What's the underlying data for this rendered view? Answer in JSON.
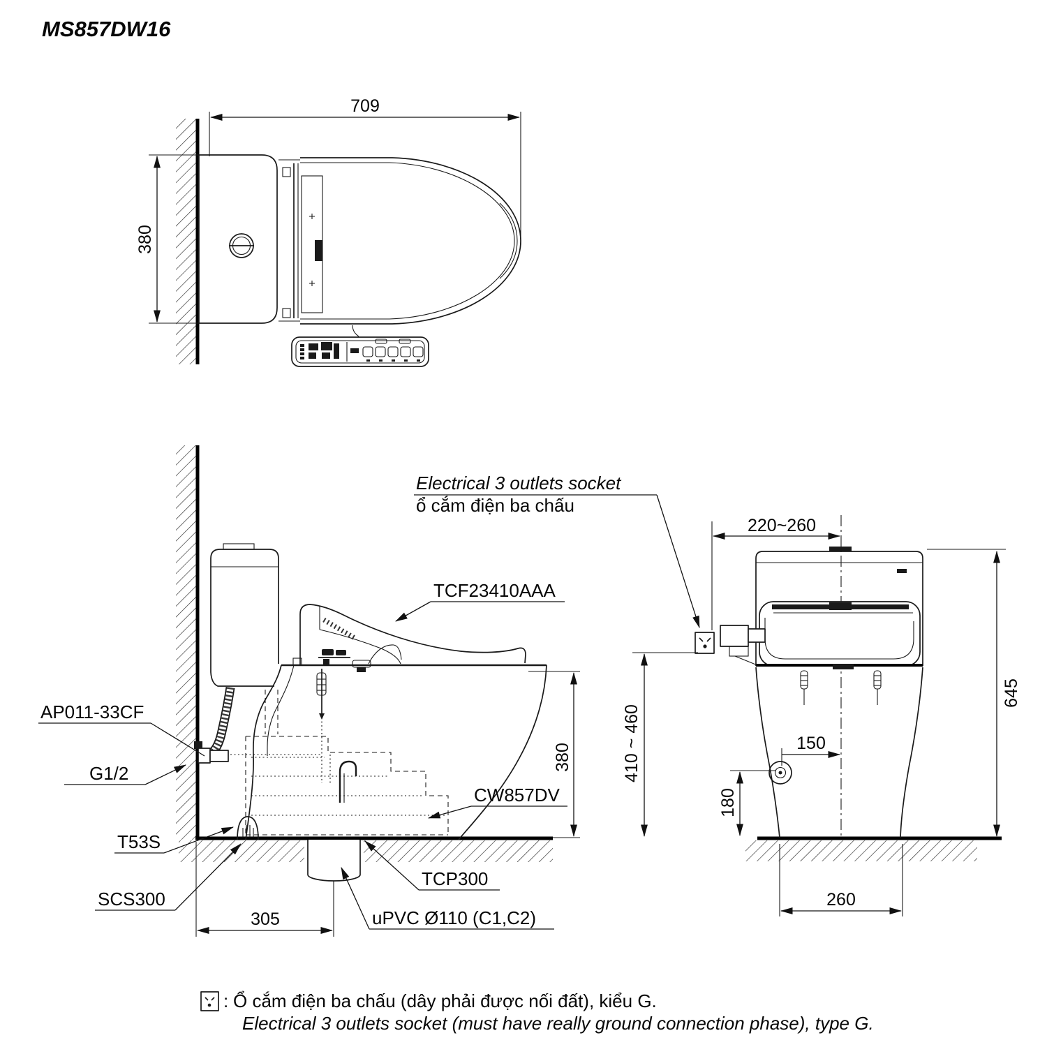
{
  "title": "MS857DW16",
  "colors": {
    "line": "#1a1a1a",
    "background": "#ffffff"
  },
  "icons": {
    "socket": "three-prong-socket-icon",
    "wall": "hatched-wall",
    "floor": "hatched-floor"
  },
  "views": {
    "top": {
      "dim_width": "709",
      "dim_depth": "380"
    },
    "side": {
      "dim_seat_height": "380",
      "dim_trap_distance": "305",
      "labels": {
        "socket_en": "Electrical 3 outlets socket",
        "socket_vi": "ổ cắm điện ba chấu",
        "washlet": "TCF23410AAA",
        "stop_valve": "AP011-33CF",
        "thread": "G1/2",
        "fitting": "T53S",
        "flange": "SCS300",
        "bowl": "CW857DV",
        "adapter": "TCP300",
        "drain_pipe": "uPVC Ø110 (C1,C2)"
      }
    },
    "front": {
      "dim_socket_offset": "220~260",
      "dim_total_height": "645",
      "dim_socket_height": "410 ~ 460",
      "dim_inlet_offset": "150",
      "dim_inlet_height": "180",
      "dim_base_width": "260"
    }
  },
  "legend": {
    "separator": ":",
    "line_vi": "Ổ cắm điện ba chấu (dây phải được nối đất), kiểu G.",
    "line_en": "Electrical 3 outlets socket (must have really ground connection phase), type G."
  }
}
